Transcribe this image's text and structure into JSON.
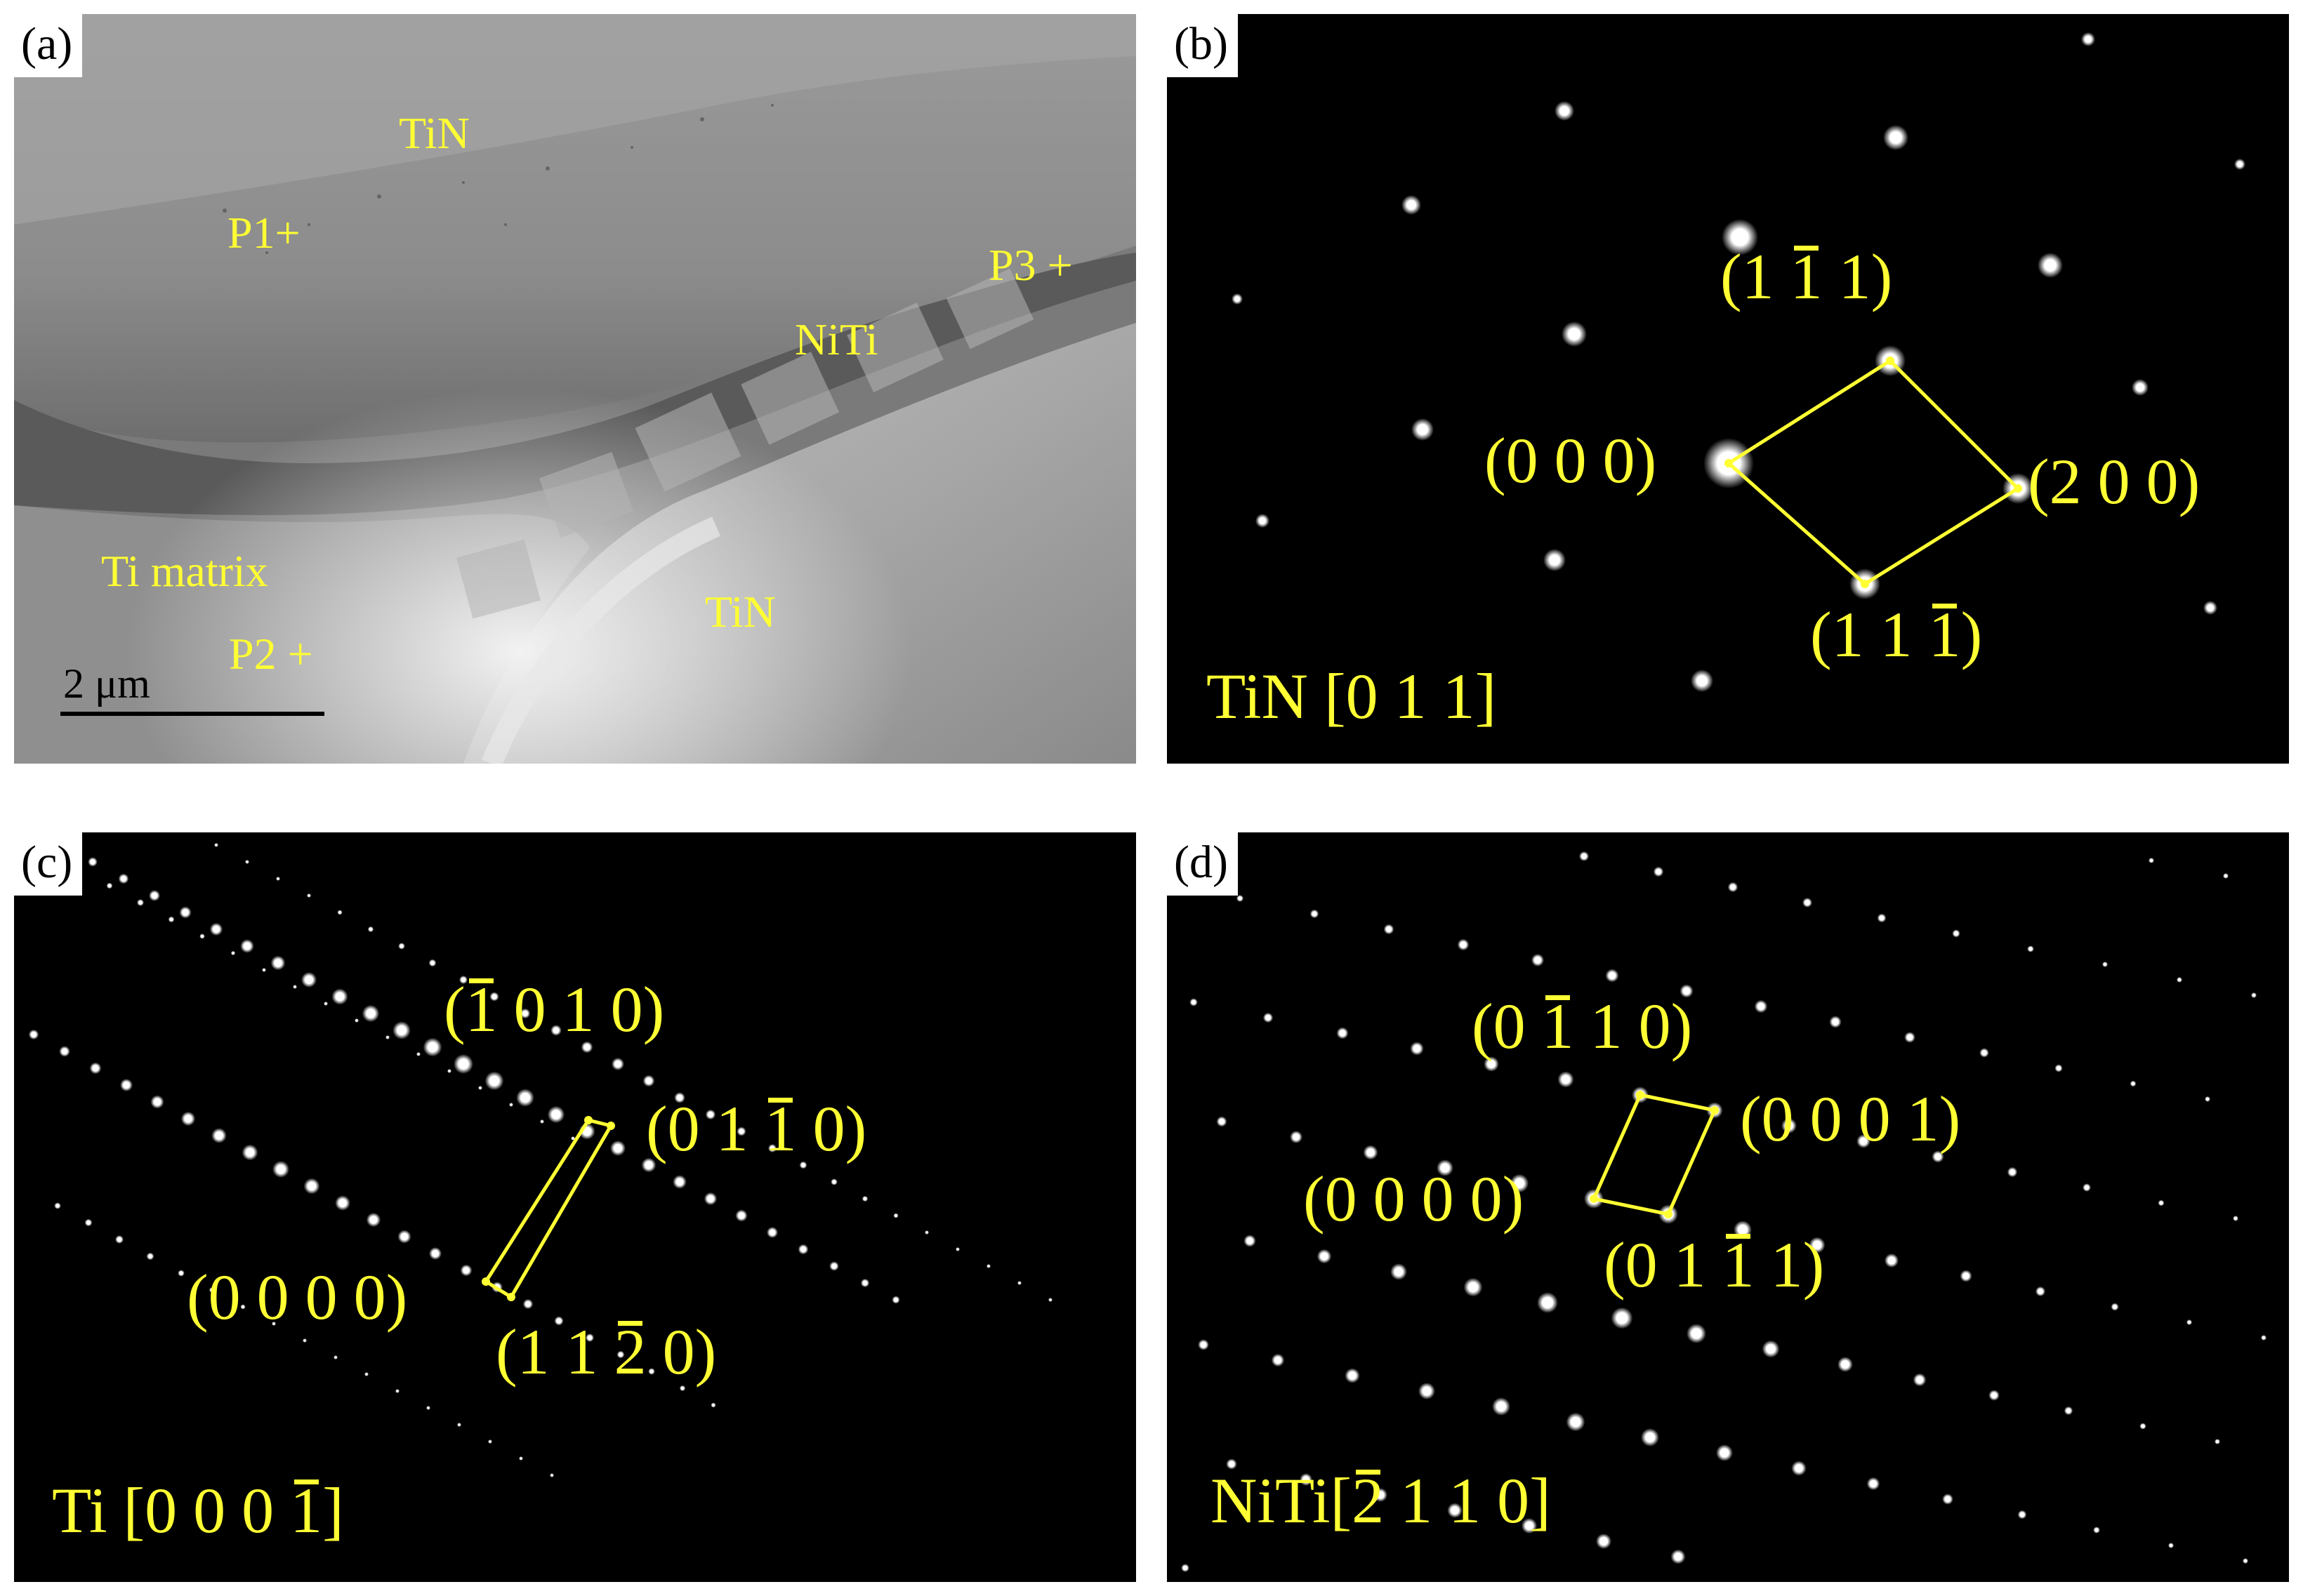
{
  "panels": {
    "a": {
      "letter": "(a)",
      "labels": {
        "tin_top": "TiN",
        "p1": "P1+",
        "p3": "P3 +",
        "niti": "NiTi",
        "ti_matrix": "Ti matrix",
        "p2": "P2 +",
        "tin_bottom": "TiN"
      },
      "scale_bar": "2 μm"
    },
    "b": {
      "letter": "(b)",
      "zone_axis": [
        "TiN [0 1 1]"
      ],
      "spots": {
        "s000": [
          "(0 0 0)"
        ],
        "s200": [
          "(2 0 0)"
        ],
        "s1m11": [
          "(1 ",
          "1",
          " 1)"
        ],
        "s11m1": [
          "(1 1 ",
          "1",
          ")"
        ]
      }
    },
    "c": {
      "letter": "(c)",
      "zone_axis": [
        "Ti [0 0 0 ",
        "1",
        "]"
      ],
      "spots": {
        "s0000": [
          "(0 0 0 0)"
        ],
        "sm1010": [
          "(",
          "1",
          " 0 1 0)"
        ],
        "s01m10": [
          "(0 1 ",
          "1",
          " 0)"
        ],
        "s11m20": [
          "(1 1 ",
          "2",
          " 0)"
        ]
      }
    },
    "d": {
      "letter": "(d)",
      "zone_axis": [
        "NiTi[",
        "2",
        " 1 1 0]"
      ],
      "spots": {
        "s0000": [
          "(0 0 0 0)"
        ],
        "s0m110": [
          "(0 ",
          "1",
          " 1 0)"
        ],
        "s0001": [
          "(0 0 0 1)"
        ],
        "s01m11": [
          "(0 1 ",
          "1",
          " 1)"
        ]
      }
    }
  }
}
